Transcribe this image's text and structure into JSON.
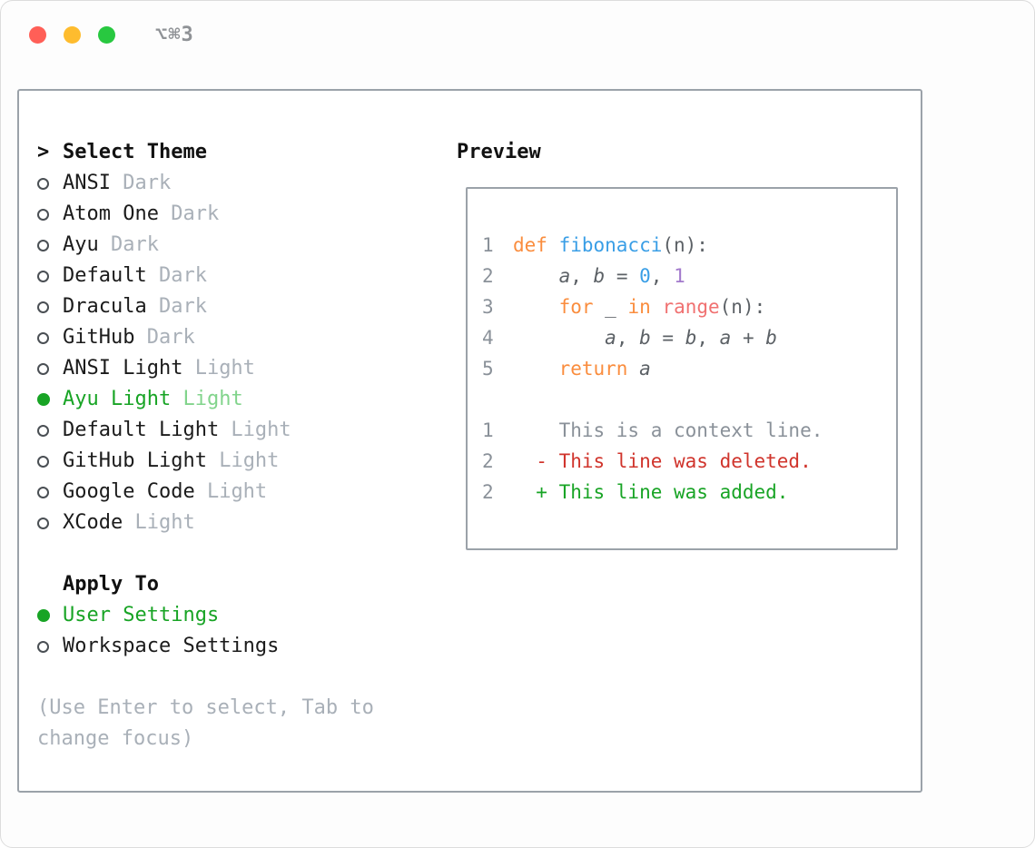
{
  "window": {
    "shortcut": "⌥⌘3",
    "buttons": [
      {
        "name": "close",
        "color": "#ff5f57"
      },
      {
        "name": "minimize",
        "color": "#febc2e"
      },
      {
        "name": "zoom",
        "color": "#28c840"
      }
    ]
  },
  "theme_selector": {
    "prefix": ">",
    "title": "Select Theme",
    "items": [
      {
        "name": "ANSI",
        "variant": "Dark",
        "selected": false
      },
      {
        "name": "Atom One",
        "variant": "Dark",
        "selected": false
      },
      {
        "name": "Ayu",
        "variant": "Dark",
        "selected": false
      },
      {
        "name": "Default",
        "variant": "Dark",
        "selected": false
      },
      {
        "name": "Dracula",
        "variant": "Dark",
        "selected": false
      },
      {
        "name": "GitHub",
        "variant": "Dark",
        "selected": false
      },
      {
        "name": "ANSI Light",
        "variant": "Light",
        "selected": false
      },
      {
        "name": "Ayu Light",
        "variant": "Light",
        "selected": true
      },
      {
        "name": "Default Light",
        "variant": "Light",
        "selected": false
      },
      {
        "name": "GitHub Light",
        "variant": "Light",
        "selected": false
      },
      {
        "name": "Google Code",
        "variant": "Light",
        "selected": false
      },
      {
        "name": "XCode",
        "variant": "Light",
        "selected": false
      }
    ]
  },
  "apply_to": {
    "title": "Apply To",
    "options": [
      {
        "label": "User Settings",
        "selected": true
      },
      {
        "label": "Workspace Settings",
        "selected": false
      }
    ]
  },
  "hint": "(Use Enter to select, Tab to change focus)",
  "preview": {
    "title": "Preview",
    "lines": [
      {
        "num": "1",
        "tokens": [
          {
            "text": "def ",
            "style": "keyword"
          },
          {
            "text": "fibonacci",
            "style": "function"
          },
          {
            "text": "(n):",
            "style": "plain"
          }
        ]
      },
      {
        "num": "2",
        "tokens": [
          {
            "text": "    ",
            "style": "plain"
          },
          {
            "text": "a",
            "style": "variable"
          },
          {
            "text": ", ",
            "style": "plain"
          },
          {
            "text": "b",
            "style": "variable"
          },
          {
            "text": " = ",
            "style": "plain"
          },
          {
            "text": "0",
            "style": "number-blue"
          },
          {
            "text": ", ",
            "style": "plain"
          },
          {
            "text": "1",
            "style": "number-purple"
          }
        ]
      },
      {
        "num": "3",
        "tokens": [
          {
            "text": "    ",
            "style": "plain"
          },
          {
            "text": "for",
            "style": "keyword"
          },
          {
            "text": " ",
            "style": "plain"
          },
          {
            "text": "_",
            "style": "variable"
          },
          {
            "text": " ",
            "style": "plain"
          },
          {
            "text": "in",
            "style": "keyword"
          },
          {
            "text": " ",
            "style": "plain"
          },
          {
            "text": "range",
            "style": "call"
          },
          {
            "text": "(n):",
            "style": "plain"
          }
        ]
      },
      {
        "num": "4",
        "tokens": [
          {
            "text": "        ",
            "style": "plain"
          },
          {
            "text": "a",
            "style": "variable"
          },
          {
            "text": ", ",
            "style": "plain"
          },
          {
            "text": "b",
            "style": "variable"
          },
          {
            "text": " = ",
            "style": "plain"
          },
          {
            "text": "b",
            "style": "variable"
          },
          {
            "text": ", ",
            "style": "plain"
          },
          {
            "text": "a",
            "style": "variable"
          },
          {
            "text": " + ",
            "style": "plain"
          },
          {
            "text": "b",
            "style": "variable"
          }
        ]
      },
      {
        "num": "5",
        "tokens": [
          {
            "text": "    ",
            "style": "plain"
          },
          {
            "text": "return",
            "style": "keyword"
          },
          {
            "text": " ",
            "style": "plain"
          },
          {
            "text": "a",
            "style": "variable"
          }
        ]
      },
      {
        "num": "",
        "tokens": []
      },
      {
        "num": "1",
        "tokens": [
          {
            "text": "    This is a context line.",
            "style": "context"
          }
        ]
      },
      {
        "num": "2",
        "tokens": [
          {
            "text": "  - This line was deleted.",
            "style": "deleted"
          }
        ]
      },
      {
        "num": "2",
        "tokens": [
          {
            "text": "  + This line was added.",
            "style": "added"
          }
        ]
      }
    ]
  },
  "colors": {
    "accent_green": "#18a425",
    "deleted_red": "#d0342c",
    "keyword_orange": "#fa8d3e",
    "function_blue": "#399ee6",
    "call_coral": "#f07171",
    "number_purple": "#a37acc",
    "muted_gray": "#a9b0b8",
    "traffic_red": "#ff5f57",
    "traffic_yellow": "#febc2e",
    "traffic_green": "#28c840"
  }
}
